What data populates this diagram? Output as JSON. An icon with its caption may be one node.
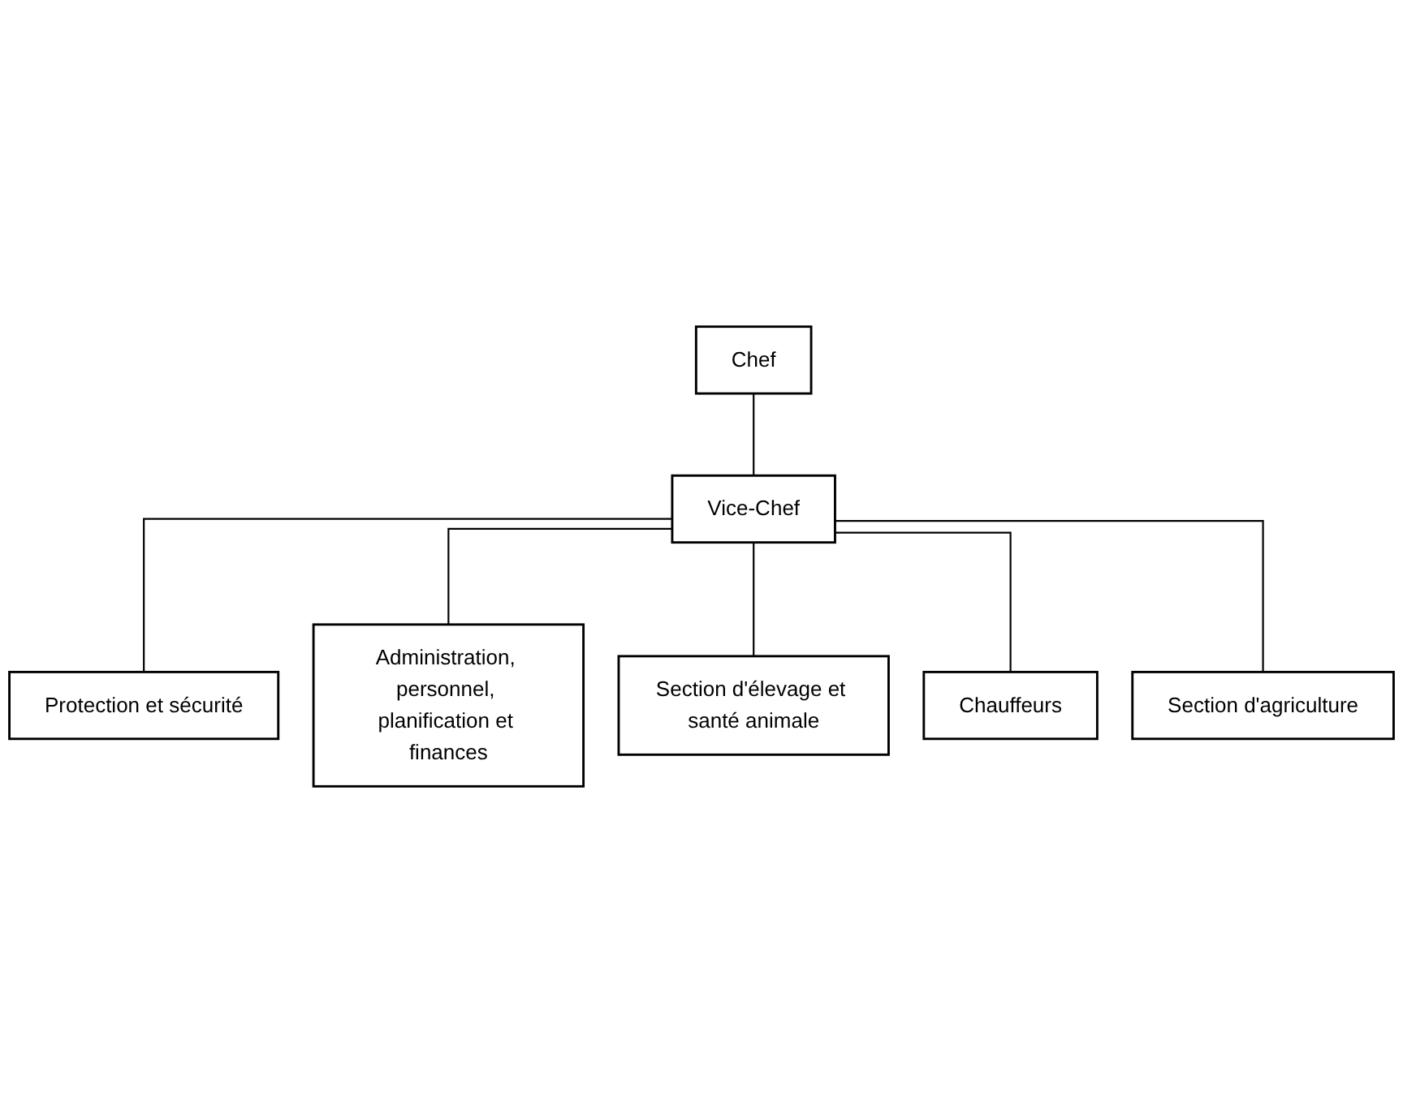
{
  "diagram": {
    "nodes": [
      {
        "text": [
          "Chef"
        ]
      },
      {
        "text": [
          "Vice-Chef"
        ]
      },
      {
        "text": [
          "Protection et sécurité"
        ]
      },
      {
        "text": [
          "Administration, personnel, planification et finances"
        ]
      },
      {
        "text": [
          "Section d'élevage et santé animale"
        ]
      },
      {
        "text": [
          "Chauffeurs"
        ]
      },
      {
        "text": [
          "Section d'agriculture"
        ]
      }
    ],
    "edges": [
      {
        "from": 0,
        "to": 1,
        "arrow": "none"
      },
      {
        "from": 1,
        "to": 2,
        "arrow": "none"
      },
      {
        "from": 1,
        "to": 3,
        "arrow": "none"
      },
      {
        "from": 1,
        "to": 4,
        "arrow": "none"
      },
      {
        "from": 1,
        "to": 5,
        "arrow": "none"
      },
      {
        "from": 1,
        "to": 6,
        "arrow": "none"
      }
    ]
  }
}
